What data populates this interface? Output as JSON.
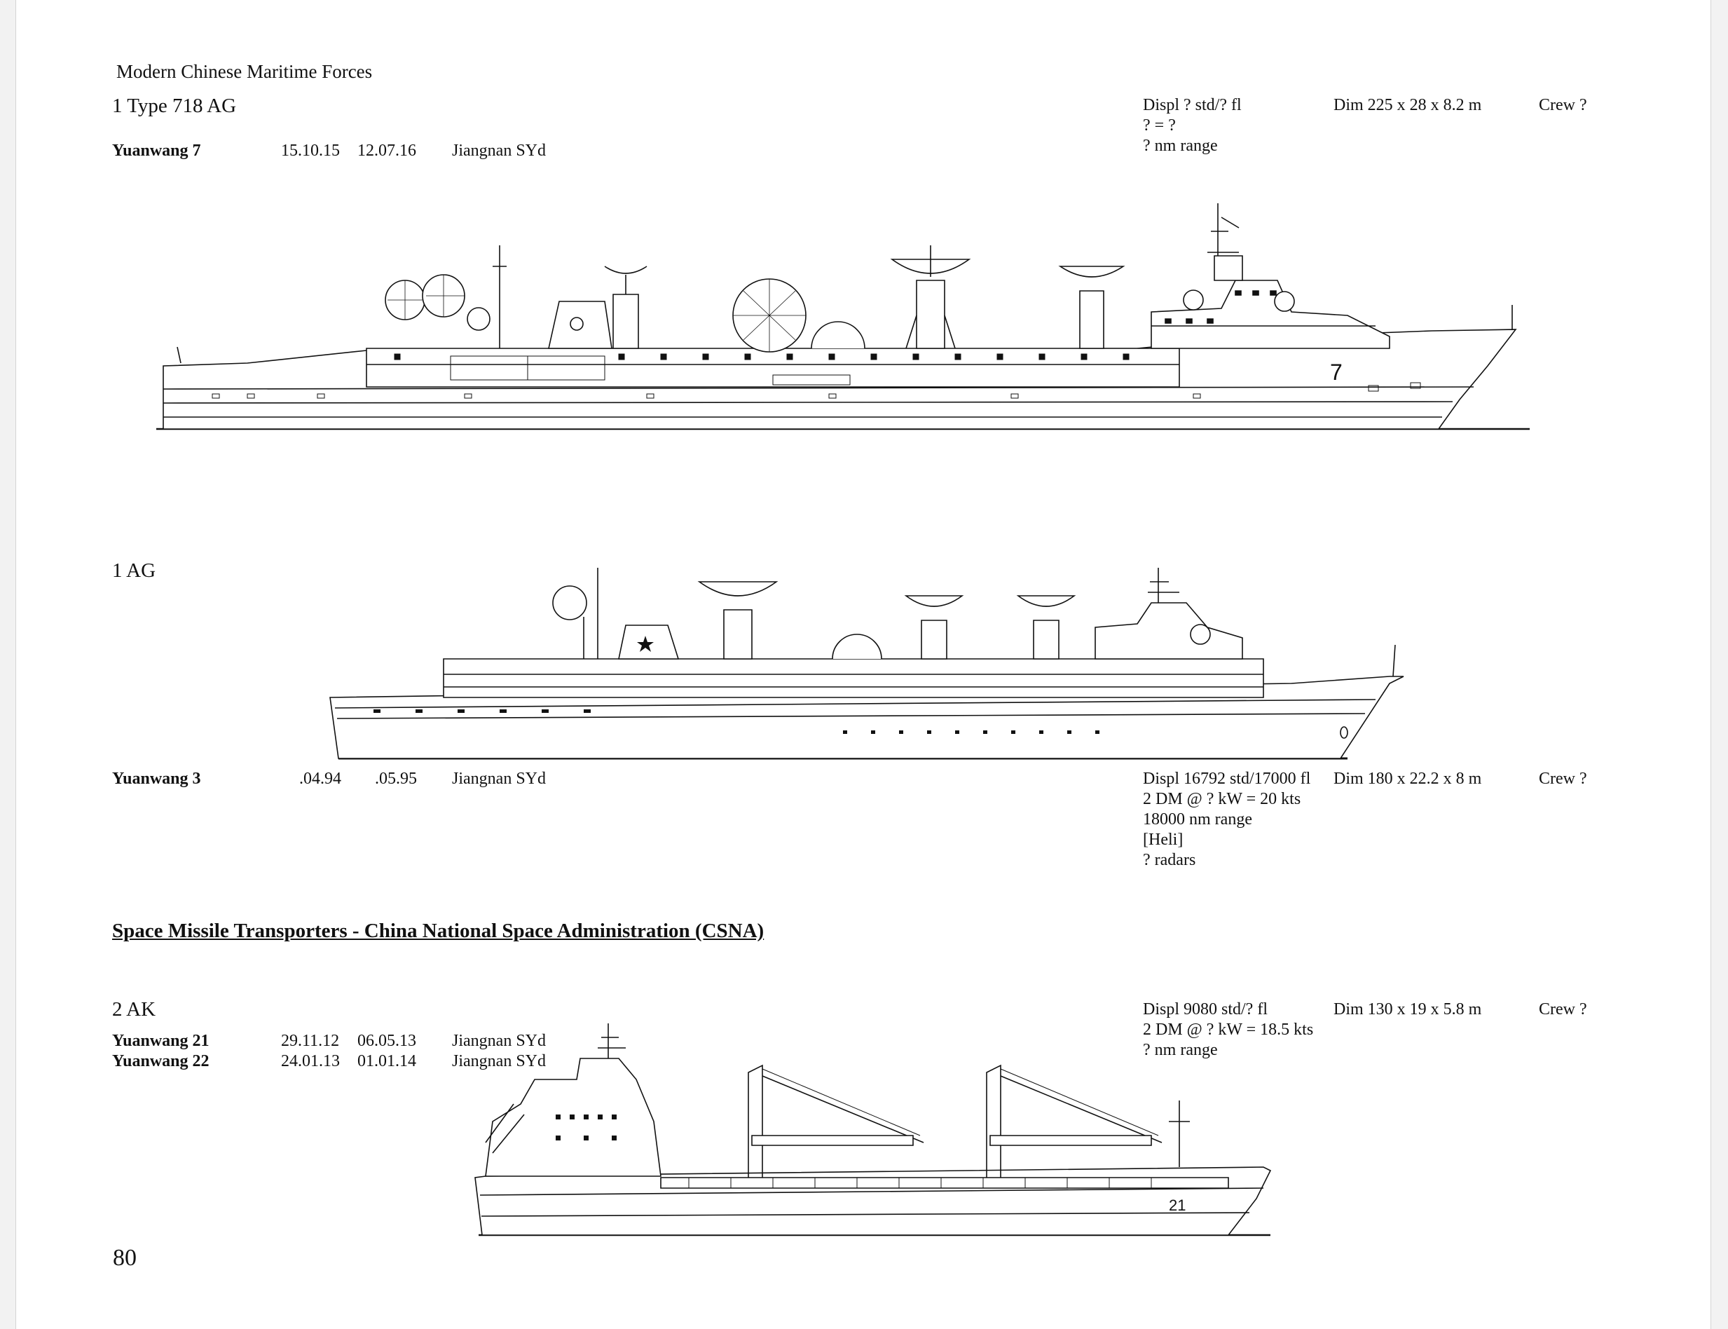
{
  "header": "Modern Chinese Maritime Forces",
  "page_number": "80",
  "section1": {
    "class_title": "1 Type 718 AG",
    "specs": {
      "displ": "Displ ? std/? fl",
      "power": "? = ?",
      "range": "? nm range",
      "dim": "Dim 225 x 28 x 8.2 m",
      "crew": "Crew ?"
    },
    "ships": [
      {
        "name": "Yuanwang 7",
        "laid": "15.10.15",
        "comm": "12.07.16",
        "yard": "Jiangnan SYd"
      }
    ],
    "drawing": {
      "hull_number": "7",
      "label": "Yuanwang 7 side-view line drawing"
    }
  },
  "section2": {
    "class_title": "1 AG",
    "specs": {
      "displ": "Displ 16792 std/17000 fl",
      "power": "2 DM @ ? kW = 20 kts",
      "range": "18000 nm range",
      "aviation": "[Heli]",
      "radars": "? radars",
      "dim": "Dim 180 x 22.2 x 8 m",
      "crew": "Crew ?"
    },
    "ships": [
      {
        "name": "Yuanwang 3",
        "laid": ".04.94",
        "comm": ".05.95",
        "yard": "Jiangnan SYd"
      }
    ]
  },
  "section3": {
    "heading": "Space Missile Transporters - China National Space Administration (CSNA)",
    "class_title": "2 AK",
    "specs": {
      "displ": "Displ 9080 std/? fl",
      "power": "2 DM @ ? kW = 18.5 kts",
      "range": "? nm range",
      "dim": "Dim 130 x 19 x 5.8 m",
      "crew": "Crew ?"
    },
    "ships": [
      {
        "name": "Yuanwang 21",
        "laid": "29.11.12",
        "comm": "06.05.13",
        "yard": "Jiangnan SYd"
      },
      {
        "name": "Yuanwang 22",
        "laid": "24.01.13",
        "comm": "01.01.14",
        "yard": "Jiangnan SYd"
      }
    ],
    "drawing": {
      "hull_number": "21"
    }
  }
}
